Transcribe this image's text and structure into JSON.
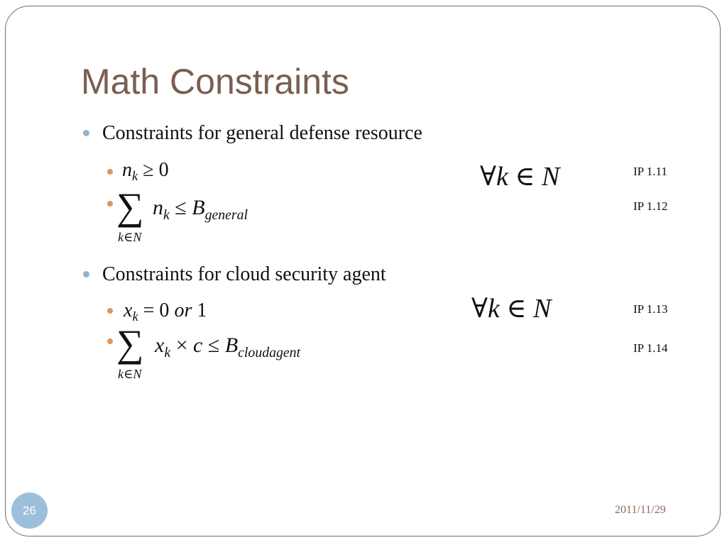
{
  "slide": {
    "title": "Math Constraints",
    "page_number": "26",
    "date": "2011/11/29"
  },
  "sections": [
    {
      "heading": "Constraints for general defense resource",
      "items": [
        {
          "var": "n",
          "sub": "k",
          "rest": " ≥ 0",
          "quantifier": {
            "forall": "∀",
            "k": "k",
            "in": " ∈ ",
            "N": "N"
          },
          "ref": "IP 1.11"
        },
        {
          "sigma": "∑",
          "under": "k∈N",
          "var": "n",
          "sub": "k",
          "rel": " ≤ ",
          "rhs": "B",
          "rhs_sub": "general",
          "ref": "IP 1.12"
        }
      ]
    },
    {
      "heading": "Constraints for cloud security agent",
      "items": [
        {
          "var": "x",
          "sub": "k",
          "eq": " = 0 ",
          "or": "or",
          "one": " 1",
          "quantifier": {
            "forall": "∀",
            "k": "k",
            "in": " ∈ ",
            "N": "N"
          },
          "ref": "IP 1.13"
        },
        {
          "sigma": "∑",
          "under": "k∈N",
          "var": "x",
          "sub": "k",
          "times": " × ",
          "c": "c",
          "rel": " ≤ ",
          "rhs": "B",
          "rhs_sub": "cloudagent",
          "ref": "IP 1.14"
        }
      ]
    }
  ],
  "colors": {
    "title": "#7a5e4f",
    "bullet_level1": "#93b4cb",
    "bullet_level2": "#e0955d",
    "page_badge": "#9cbfdb",
    "date": "#8a6c5c"
  }
}
